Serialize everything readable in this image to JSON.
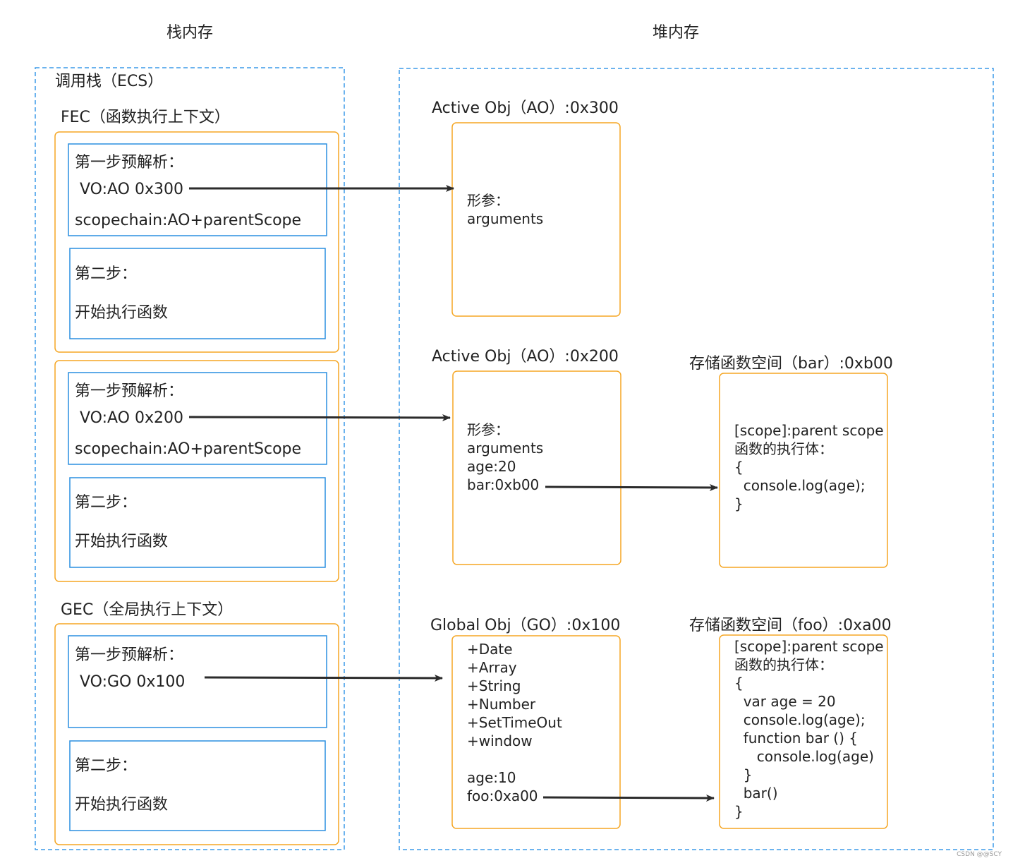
{
  "colors": {
    "dashed_border": "#3b9ae8",
    "context_border": "#f5a623",
    "step_border": "#2a8fe0",
    "heap_box_border": "#f5a623",
    "arrow": "#2b2b2b",
    "text": "#222222"
  },
  "headers": {
    "stack": "栈内存",
    "heap": "堆内存"
  },
  "stack": {
    "title": "调用栈（ECS）",
    "fec_title": "FEC（函数执行上下文）",
    "gec_title": "GEC（全局执行上下文）",
    "fec1": {
      "step1_title": "第一步预解析：",
      "vo": "VO:AO 0x300",
      "scope": "scopechain:AO+parentScope",
      "step2_title": "第二步：",
      "step2_body": "开始执行函数"
    },
    "fec2": {
      "step1_title": "第一步预解析：",
      "vo": "VO:AO 0x200",
      "scope": "scopechain:AO+parentScope",
      "step2_title": "第二步：",
      "step2_body": "开始执行函数"
    },
    "gec": {
      "step1_title": "第一步预解析：",
      "vo": "VO:GO 0x100",
      "step2_title": "第二步：",
      "step2_body": "开始执行函数"
    }
  },
  "heap": {
    "ao300": {
      "title": "Active Obj（AO）:0x300",
      "lines": [
        "形参：",
        "arguments"
      ]
    },
    "ao200": {
      "title": "Active Obj（AO）:0x200",
      "lines": [
        "形参：",
        "arguments",
        "age:20",
        "bar:0xb00"
      ]
    },
    "go100": {
      "title": "Global Obj（GO）:0x100",
      "lines": [
        "+Date",
        "+Array",
        "+String",
        "+Number",
        "+SetTimeOut",
        "+window",
        "",
        "age:10",
        "foo:0xa00"
      ]
    },
    "bar_space": {
      "title": "存储函数空间（bar）:0xb00",
      "lines": [
        "[scope]:parent scope",
        "函数的执行体：",
        "{",
        "  console.log(age);",
        "}"
      ]
    },
    "foo_space": {
      "title": "存储函数空间（foo）:0xa00",
      "lines": [
        "[scope]:parent scope",
        "函数的执行体：",
        "{",
        "  var age = 20",
        "  console.log(age);",
        "  function bar () {",
        "     console.log(age)",
        "  }",
        "  bar()",
        "}"
      ]
    }
  },
  "watermark": "CSDN @@SCY"
}
